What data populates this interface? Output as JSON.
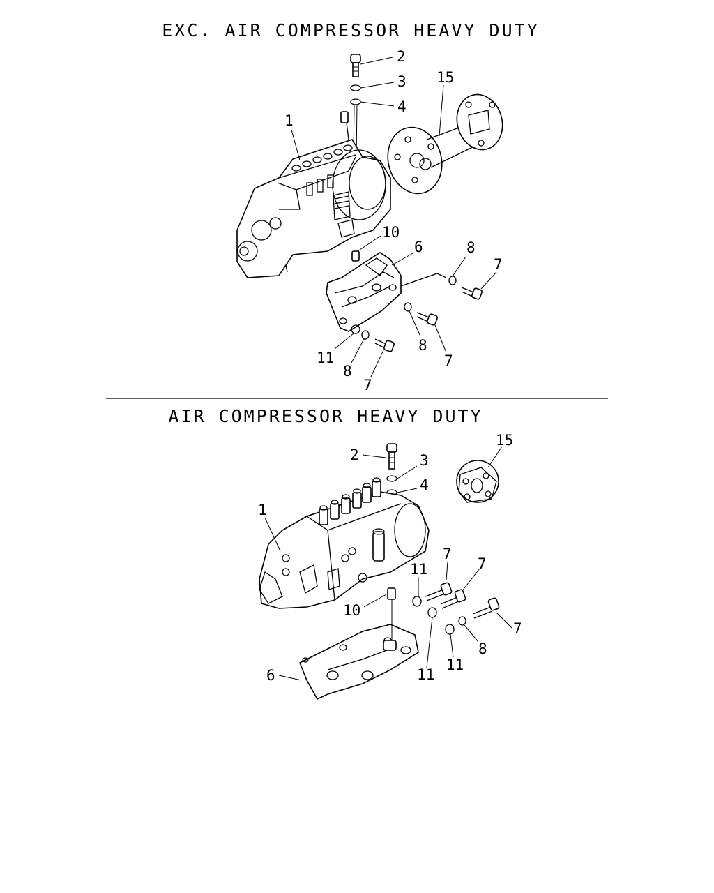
{
  "sections": [
    {
      "title": "EXC. AIR COMPRESSOR HEAVY DUTY",
      "callouts": [
        "2",
        "3",
        "4",
        "15",
        "1",
        "10",
        "6",
        "8",
        "7",
        "8",
        "7",
        "11",
        "8",
        "7"
      ]
    },
    {
      "title": "AIR COMPRESSOR HEAVY DUTY",
      "callouts": [
        "2",
        "3",
        "4",
        "15",
        "1",
        "7",
        "7",
        "11",
        "10",
        "7",
        "8",
        "11",
        "11",
        "6"
      ]
    }
  ]
}
